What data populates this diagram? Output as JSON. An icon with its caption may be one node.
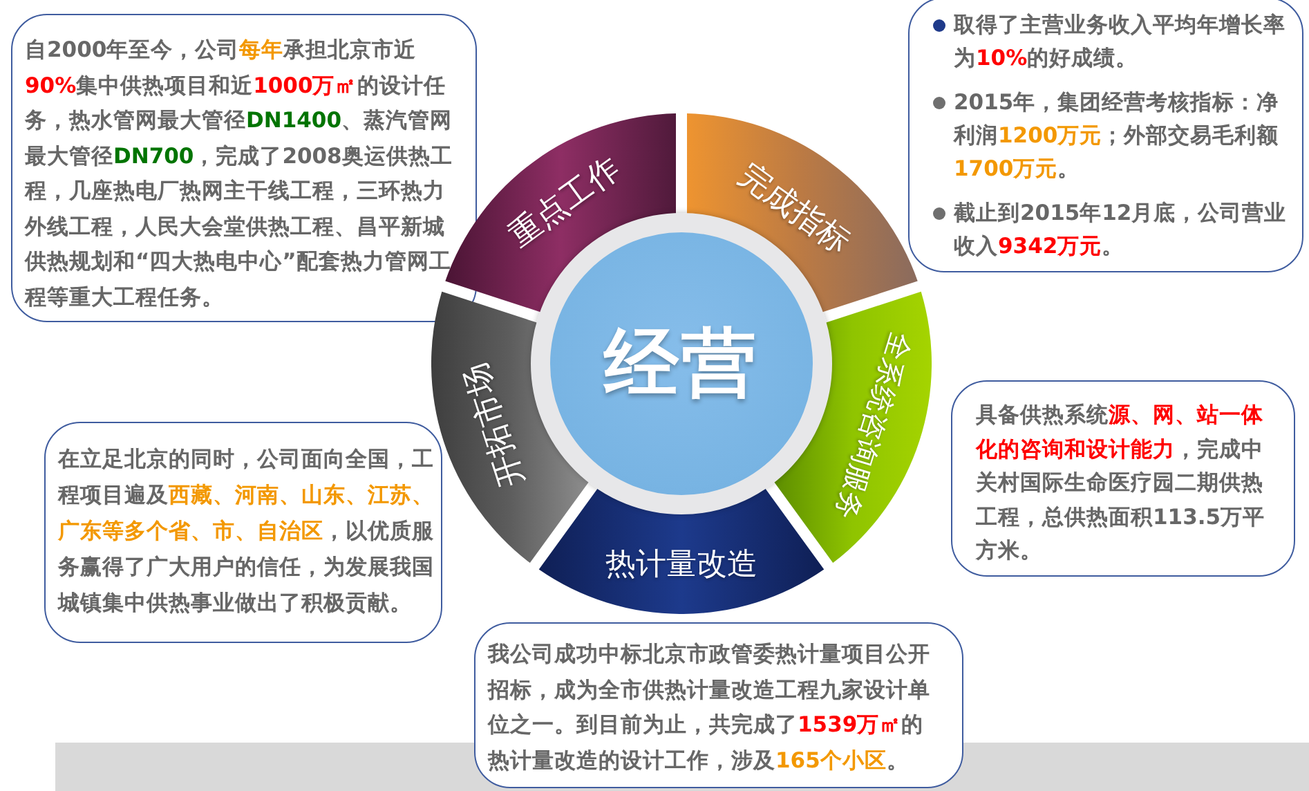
{
  "diagram": {
    "nodes": [
      {
        "text": [
          "经营"
        ]
      },
      {
        "text": [
          "重点工作"
        ]
      },
      {
        "text": [
          "自2000年至今，公司**每年**承担北京市近**90%**集中供热项目和近**1000万㎡**的设计任务，热水管网最大管径**DN1400**、蒸汽管网最大管径**DN700**，完成了2008奥运供热工程，几座热电厂热网主干线工程，三环热力外线工程，人民大会堂供热工程、昌平新城供热规划和“四大热电中心”配套热力管网工程等重大工程任务。"
        ]
      },
      {
        "text": [
          "完成指标"
        ]
      },
      {
        "text": [
          "取得了主营业务收入平均年增长率为**10%**的好成绩。",
          "2015年，集团经营考核指标：净利润**1200万元**；外部交易毛利额**1700万元**。",
          "截止到2015年12月底，公司营业收入**9342万元**。"
        ]
      },
      {
        "text": [
          "全系统咨询服务"
        ]
      },
      {
        "text": [
          "具备供热系统**源、网、站一体化的咨询和设计能力**，完成中关村国际生命医疗园二期供热工程，总供热面积113.5万平方米。"
        ]
      },
      {
        "text": [
          "热计量改造"
        ]
      },
      {
        "text": [
          "我公司成功中标北京市政管委热计量项目公开招标，成为全市供热计量改造工程九家设计单位之一。到目前为止，共完成了**1539万㎡**的热计量改造的设计工作，涉及**165个小区**。"
        ]
      },
      {
        "text": [
          "开拓市场"
        ]
      },
      {
        "text": [
          "在立足北京的同时，公司面向全国，工程项目遍及**西藏、河南、山东、江苏、广东等多个省、市、自治区**，以优质服务赢得了广大用户的信任，为发展我国城镇集中供热事业做出了积极贡献。"
        ]
      }
    ]
  }
}
